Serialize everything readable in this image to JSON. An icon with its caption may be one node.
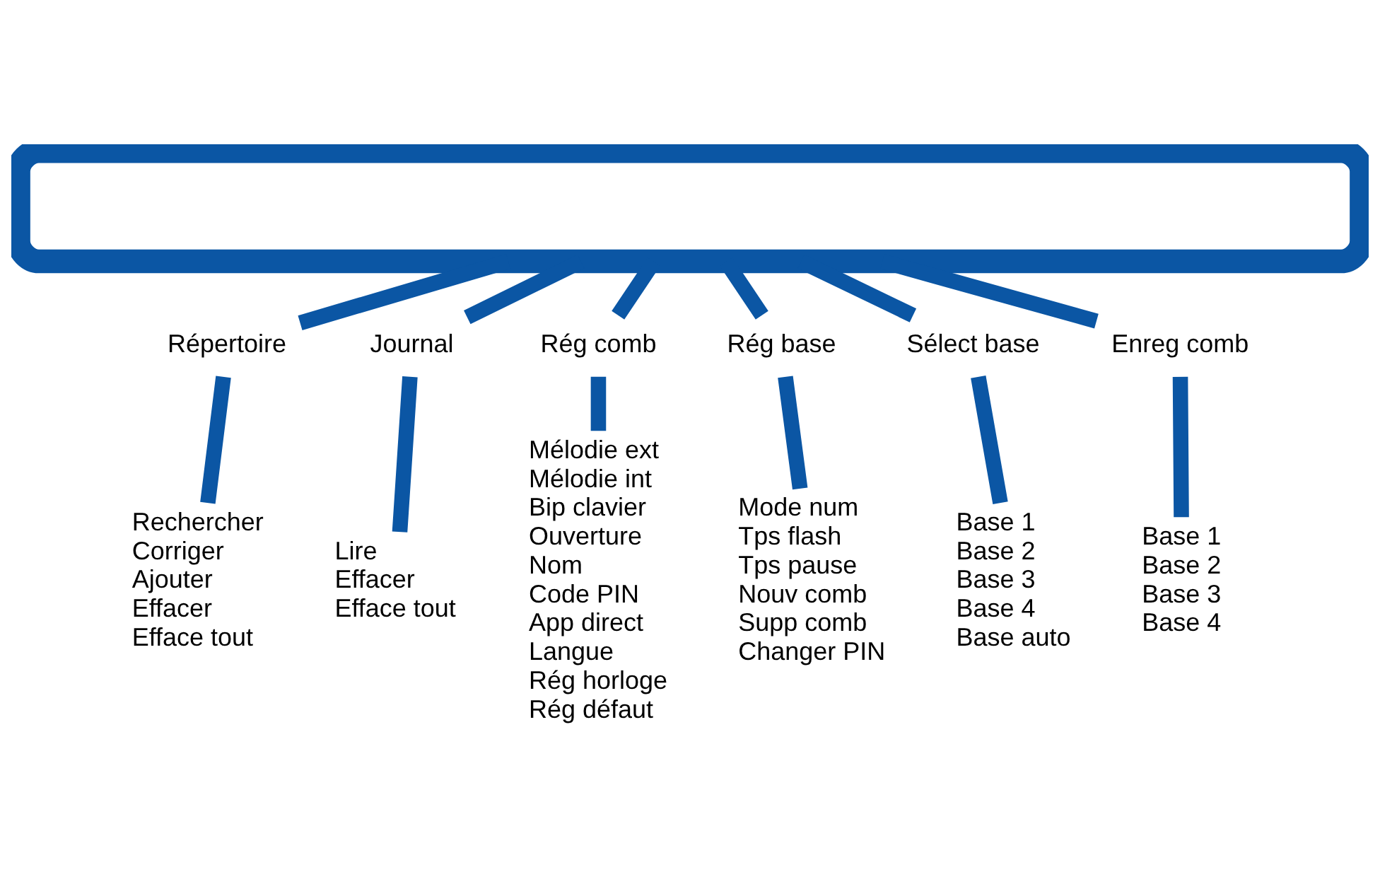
{
  "diagram": {
    "nodes": [
      {
        "text": [],
        "shape": "band"
      },
      {
        "text": [
          "Répertoire"
        ]
      },
      {
        "text": [
          "Journal"
        ]
      },
      {
        "text": [
          "Rég comb"
        ]
      },
      {
        "text": [
          "Rég base"
        ]
      },
      {
        "text": [
          "Sélect base"
        ]
      },
      {
        "text": [
          "Enreg comb"
        ]
      },
      {
        "text": [
          "Rechercher",
          "Corriger",
          "Ajouter",
          "Effacer",
          "Efface tout"
        ]
      },
      {
        "text": [
          "Lire",
          "Effacer",
          "Efface tout"
        ]
      },
      {
        "text": [
          "Mélodie ext",
          "Mélodie int",
          "Bip clavier",
          "Ouverture",
          "Nom",
          "Code PIN",
          "App direct",
          "Langue",
          "Rég horloge",
          "Rég défaut"
        ]
      },
      {
        "text": [
          "Mode num",
          "Tps flash",
          "Tps pause",
          "Nouv comb",
          "Supp comb",
          "Changer PIN"
        ]
      },
      {
        "text": [
          "Base 1",
          "Base 2",
          "Base 3",
          "Base 4",
          "Base auto"
        ]
      },
      {
        "text": [
          "Base 1",
          "Base 2",
          "Base 3",
          "Base 4"
        ]
      }
    ],
    "edges": [
      {
        "from": 0,
        "to": 1,
        "arrow": "none"
      },
      {
        "from": 0,
        "to": 2,
        "arrow": "none"
      },
      {
        "from": 0,
        "to": 3,
        "arrow": "none"
      },
      {
        "from": 0,
        "to": 4,
        "arrow": "none"
      },
      {
        "from": 0,
        "to": 5,
        "arrow": "none"
      },
      {
        "from": 0,
        "to": 6,
        "arrow": "none"
      },
      {
        "from": 1,
        "to": 7,
        "arrow": "none"
      },
      {
        "from": 2,
        "to": 8,
        "arrow": "none"
      },
      {
        "from": 3,
        "to": 9,
        "arrow": "none"
      },
      {
        "from": 4,
        "to": 10,
        "arrow": "none"
      },
      {
        "from": 5,
        "to": 11,
        "arrow": "none"
      },
      {
        "from": 6,
        "to": 12,
        "arrow": "none"
      }
    ]
  }
}
